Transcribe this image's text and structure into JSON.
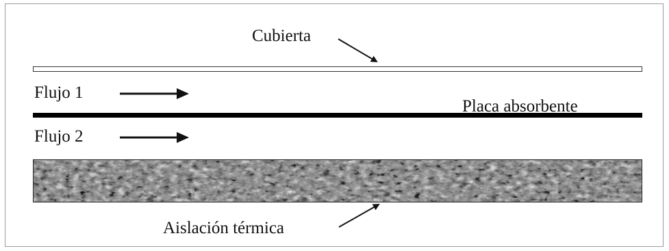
{
  "labels": {
    "cover": "Cubierta",
    "flow_1": "Flujo 1",
    "absorber_plate": "Placa absorbente",
    "flow_2": "Flujo 2",
    "insulation": "Aislación térmica"
  },
  "colors": {
    "frame": "#9a9a9a",
    "plate": "#000000",
    "insulation_base": "#6e6e6e",
    "text": "#111111"
  }
}
